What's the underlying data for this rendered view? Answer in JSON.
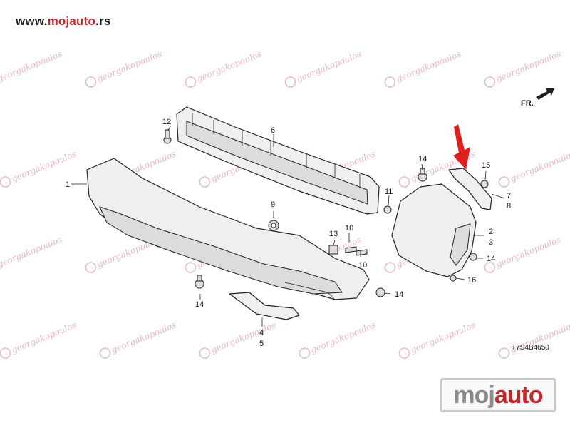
{
  "site": {
    "prefix": "www.",
    "brand": "mojauto",
    "suffix": ".rs"
  },
  "watermark": {
    "text": "georgakopoulos"
  },
  "direction_label": "FR.",
  "diagram_code": "T7S4B4650",
  "part_numbers": [
    "1",
    "2",
    "3",
    "4",
    "5",
    "6",
    "7",
    "8",
    "9",
    "10",
    "10",
    "11",
    "12",
    "13",
    "14",
    "14",
    "14",
    "14",
    "15",
    "16"
  ],
  "logo": {
    "part_a": "moj",
    "part_b": "auto"
  },
  "colors": {
    "brand_red": "#c0282d",
    "watermark_pink": "#e3b8c8",
    "arrow_red": "#e0201c"
  }
}
